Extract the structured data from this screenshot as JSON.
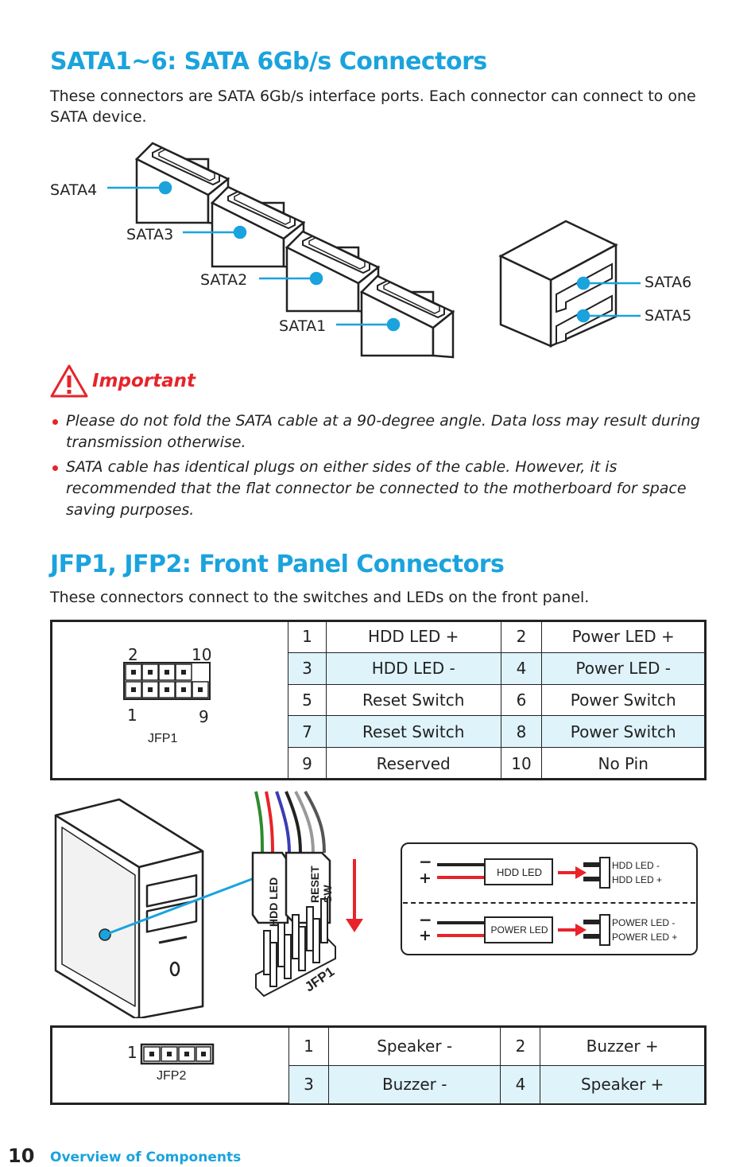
{
  "sata": {
    "title": "SATA1~6: SATA 6Gb/s Connectors",
    "description": "These connectors are SATA 6Gb/s interface ports. Each connector can connect to one SATA device.",
    "labels": [
      "SATA4",
      "SATA3",
      "SATA2",
      "SATA1",
      "SATA6",
      "SATA5"
    ]
  },
  "important": {
    "title": "Important",
    "items": [
      "Please do not fold the SATA cable at a 90-degree angle. Data loss may result during transmission otherwise.",
      "SATA cable has identical plugs on either sides of the cable. However, it is recommended that the flat connector be connected to the motherboard for space saving purposes."
    ]
  },
  "jfp": {
    "title": "JFP1, JFP2: Front Panel Connectors",
    "description": "These connectors connect to the switches and LEDs on the front panel.",
    "jfp1": {
      "name": "JFP1",
      "pin_labels": {
        "top_left": "2",
        "top_right": "10",
        "bottom_left": "1",
        "bottom_right": "9"
      },
      "rows": [
        {
          "p1": "1",
          "n1": "HDD LED +",
          "p2": "2",
          "n2": "Power LED +"
        },
        {
          "p1": "3",
          "n1": "HDD LED -",
          "p2": "4",
          "n2": "Power LED -"
        },
        {
          "p1": "5",
          "n1": "Reset Switch",
          "p2": "6",
          "n2": "Power Switch"
        },
        {
          "p1": "7",
          "n1": "Reset Switch",
          "p2": "8",
          "n2": "Power Switch"
        },
        {
          "p1": "9",
          "n1": "Reserved",
          "p2": "10",
          "n2": "No Pin"
        }
      ]
    },
    "diagram": {
      "cable_labels": [
        "HDD LED",
        "RESET SW"
      ],
      "header_label": "JFP1",
      "led1": {
        "name": "HDD LED",
        "minus": "HDD LED -",
        "plus": "HDD LED +"
      },
      "led2": {
        "name": "POWER LED",
        "minus": "POWER LED -",
        "plus": "POWER LED +"
      },
      "minus": "−",
      "plus": "+"
    },
    "jfp2": {
      "name": "JFP2",
      "pin1": "1",
      "rows": [
        {
          "p1": "1",
          "n1": "Speaker -",
          "p2": "2",
          "n2": "Buzzer +"
        },
        {
          "p1": "3",
          "n1": "Buzzer -",
          "p2": "4",
          "n2": "Speaker +"
        }
      ]
    }
  },
  "footer": {
    "page": "10",
    "section": "Overview of Components"
  },
  "colors": {
    "accent": "#1aa3dd",
    "warning": "#e8232a",
    "row_highlight": "#dff3fb"
  }
}
